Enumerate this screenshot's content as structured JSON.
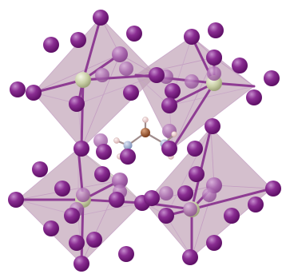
{
  "figure": {
    "type": "crystal-structure",
    "background": "#ffffff",
    "colors": {
      "octahedron_face": "#b57ab6",
      "octahedron_face_light": "#c8a7c8",
      "octahedron_green_tint": "#c9d2b2",
      "halide_atom": "#7a1f82",
      "halide_atom_highlight": "#c07ac8",
      "metal_atom": "#c9cfa6",
      "bond": "#8e3c93",
      "carbon_atom": "#a0522d",
      "nitrogen_atom": "#8c9fc8",
      "hydrogen_atom": "#e8c6c6"
    },
    "corner_octahedra_count": 4,
    "central_molecule": {
      "atoms": [
        "C",
        "N",
        "N",
        "H",
        "H",
        "H",
        "H",
        "H"
      ]
    }
  }
}
